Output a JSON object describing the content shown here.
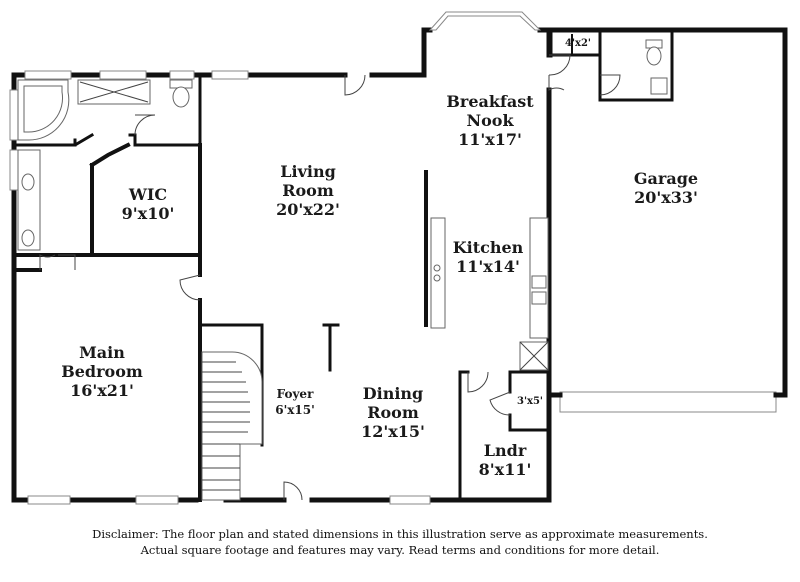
{
  "rooms": {
    "breakfast_nook": {
      "name1": "Breakfast",
      "name2": "Nook",
      "dims": "11'x17'"
    },
    "living_room": {
      "name1": "Living",
      "name2": "Room",
      "dims": "20'x22'"
    },
    "wic": {
      "name": "WIC",
      "dims": "9'x10'"
    },
    "garage": {
      "name": "Garage",
      "dims": "20'x33'"
    },
    "kitchen": {
      "name": "Kitchen",
      "dims": "11'x14'"
    },
    "main_bedroom": {
      "name1": "Main",
      "name2": "Bedroom",
      "dims": "16'x21'"
    },
    "foyer": {
      "name": "Foyer",
      "dims": "6'x15'"
    },
    "dining_room": {
      "name1": "Dining",
      "name2": "Room",
      "dims": "12'x15'"
    },
    "laundry": {
      "name": "Lndr",
      "dims": "8'x11'"
    },
    "closet_top": {
      "dims": "4'x2'"
    },
    "closet_hall": {
      "dims": "3'x5'"
    }
  },
  "disclaimer": {
    "line1": "Disclaimer: The floor plan and stated dimensions in this illustration serve as approximate measurements.",
    "line2": "Actual square footage and features may vary. Read terms and conditions for more detail."
  }
}
